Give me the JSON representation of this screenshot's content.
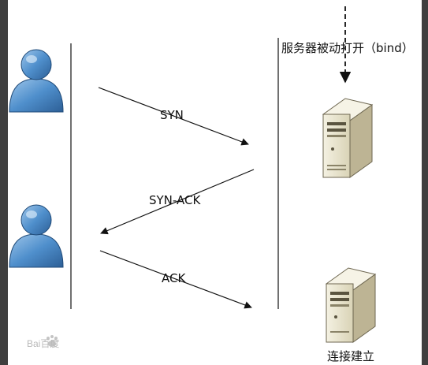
{
  "diagram": {
    "server_note": "服务器被动打开（bind）",
    "messages": {
      "syn": "SYN",
      "syn_ack": "SYN-ACK",
      "ack": "ACK"
    },
    "connected_label": "连接建立",
    "watermark": "Bai百度"
  },
  "icons": {
    "client": "user-icon",
    "server": "server-tower-icon"
  },
  "colors": {
    "background_frame": "#3f3f3f",
    "user_blue": "#3f7fbd",
    "server_beige": "#e9e5cf",
    "line": "#111111"
  }
}
